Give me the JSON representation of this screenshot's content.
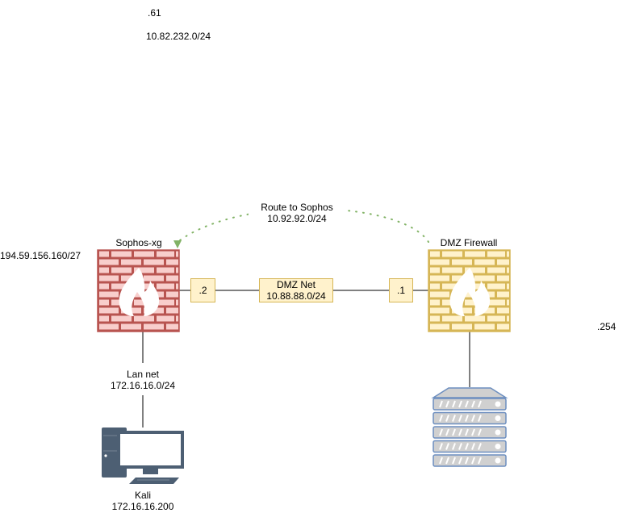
{
  "diagram": {
    "type": "network-topology",
    "colors": {
      "sophos_fill": "#f8cecc",
      "sophos_stroke": "#b85450",
      "dmz_fill": "#fff2cc",
      "dmz_stroke": "#d6b656",
      "route_arrow": "#82b366",
      "pc": "#4d5f73",
      "server_fill": "#d0d0d0",
      "server_stroke": "#6c8ebf"
    },
    "top_labels": {
      "host_suffix": ".61",
      "subnet": "10.82.232.0/24"
    },
    "wan_subnet": "194.59.156.160/27",
    "right_suffix": ".254",
    "sophos": {
      "name": "Sophos-xg",
      "icon": "firewall-icon",
      "interface_dmz": ".2"
    },
    "dmz_firewall": {
      "name": "DMZ Firewall",
      "icon": "firewall-icon",
      "interface_dmz": ".1"
    },
    "dmz_net": {
      "name": "DMZ Net",
      "subnet": "10.88.88.0/24"
    },
    "route": {
      "label": "Route to Sophos",
      "subnet": "10.92.92.0/24",
      "style": "dotted-arrow"
    },
    "lan": {
      "name": "Lan net",
      "subnet": "172.16.16.0/24"
    },
    "kali": {
      "name": "Kali",
      "ip": "172.16.16.200",
      "icon": "desktop-pc-icon"
    },
    "server": {
      "icon": "server-rack-icon"
    }
  }
}
